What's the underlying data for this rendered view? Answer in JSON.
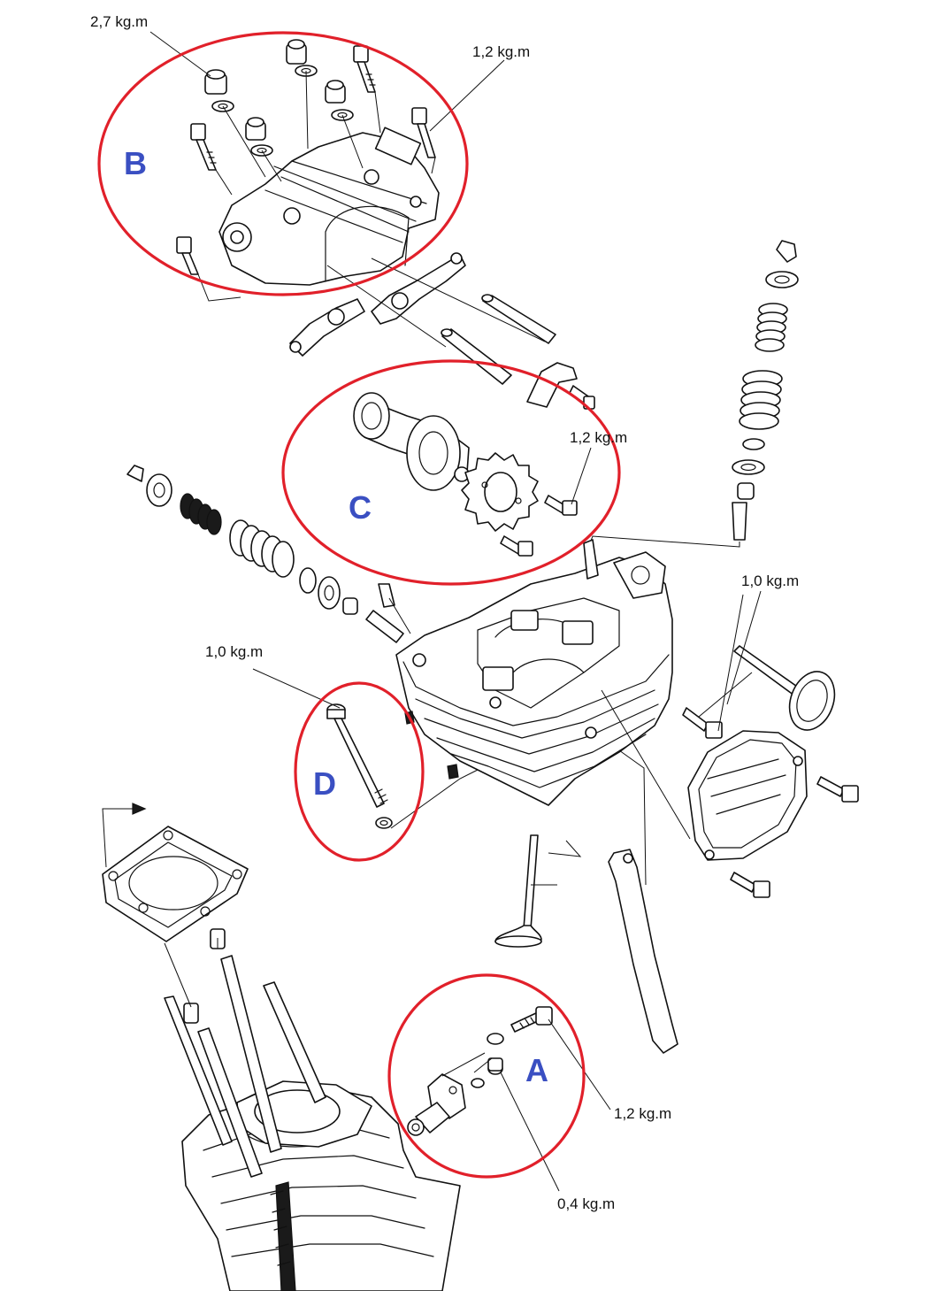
{
  "torque_labels": {
    "cam_cap_nuts": "2,7 kg.m",
    "cam_cap_bolts": "1,2 kg.m",
    "sprocket_bolts": "1,2 kg.m",
    "head_cover_bolts": "1,0 kg.m",
    "head_long_bolt": "1,0 kg.m",
    "tensioner_bolt": "1,2 kg.m",
    "tensioner_plug": "0,4 kg.m"
  },
  "callouts": {
    "a": "A",
    "b": "B",
    "c": "C",
    "d": "D"
  },
  "colors": {
    "callout_circle": "#e1202a",
    "callout_letter": "#3a4fc2",
    "line_art": "#111111"
  }
}
